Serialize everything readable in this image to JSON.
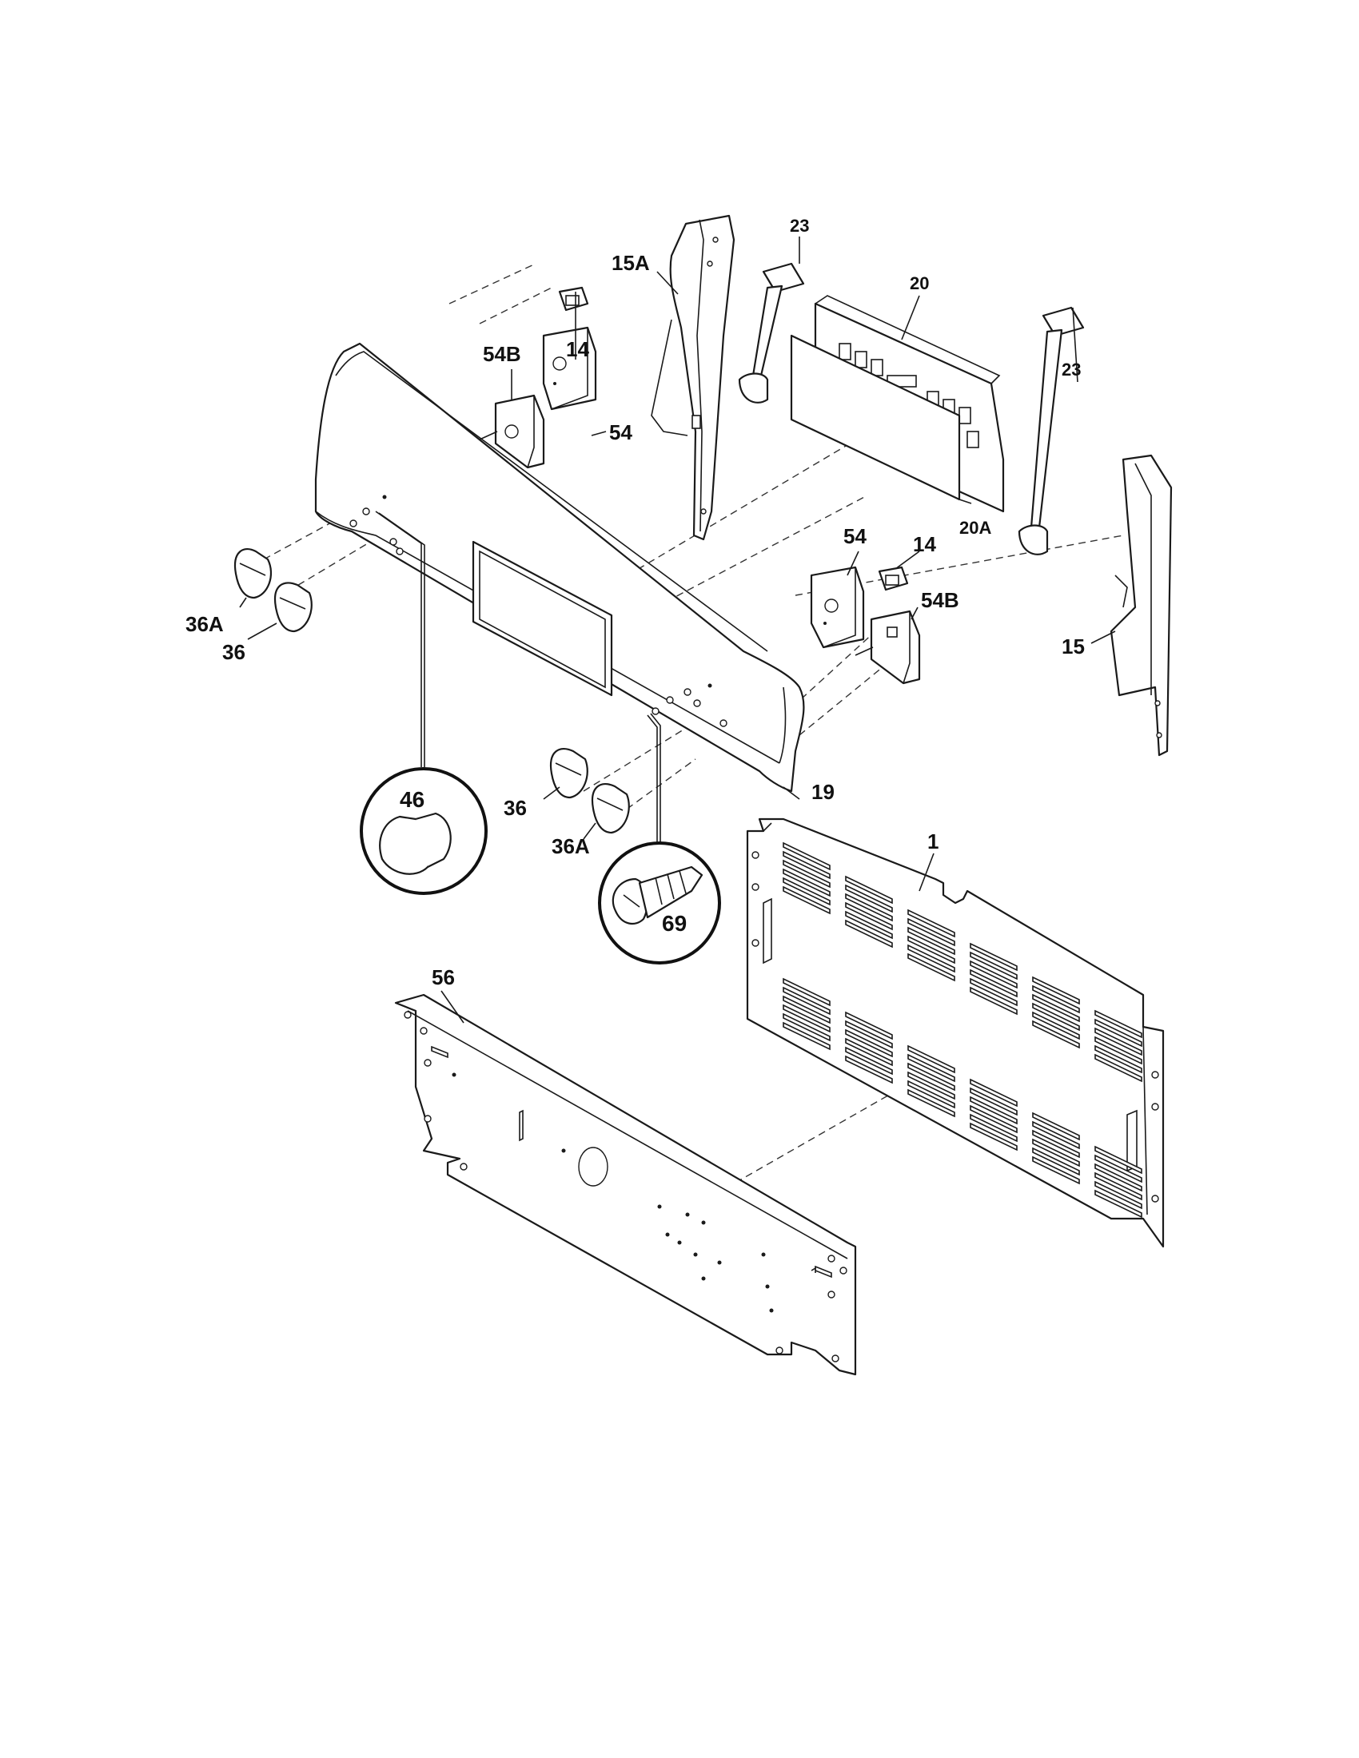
{
  "labels": {
    "l_15a": "15A",
    "l_23_top": "23",
    "l_20": "20",
    "l_54b_left": "54B",
    "l_14_left": "14",
    "l_54_left": "54",
    "l_23_right": "23",
    "l_20a": "20A",
    "l_54_right": "54",
    "l_14_right": "14",
    "l_54b_right": "54B",
    "l_15": "15",
    "l_36a_left": "36A",
    "l_36_left": "36",
    "l_19": "19",
    "l_46": "46",
    "l_36_mid": "36",
    "l_36a_mid": "36A",
    "l_69": "69",
    "l_1": "1",
    "l_56": "56"
  }
}
